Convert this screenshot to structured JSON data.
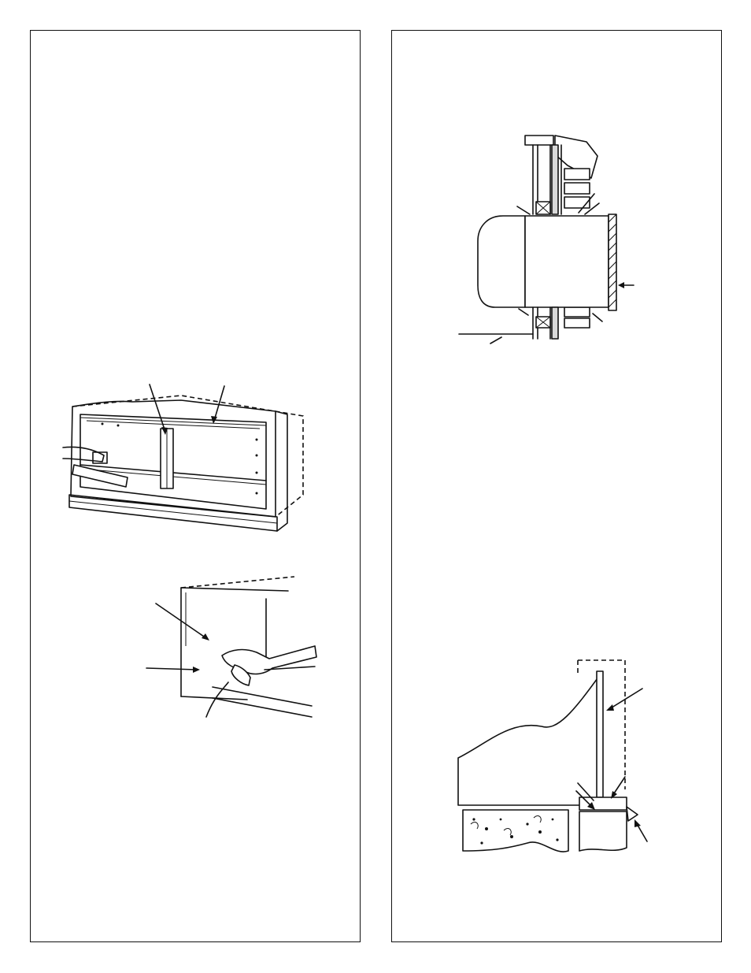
{
  "document": {
    "panels": [
      {
        "id": "left",
        "figures": [
          "sleeve-with-brace-and-level",
          "hand-drilling-sleeve"
        ]
      },
      {
        "id": "right",
        "figures": [
          "wall-section-installed-sleeve",
          "sleeve-on-floor-section"
        ]
      }
    ]
  },
  "icons": {
    "arrow": "leader-arrow-icon",
    "hand": "hand-icon",
    "drill": "drill-icon"
  },
  "colors": {
    "ink": "#111111",
    "paper": "#ffffff",
    "shade": "#d9d9d9"
  }
}
